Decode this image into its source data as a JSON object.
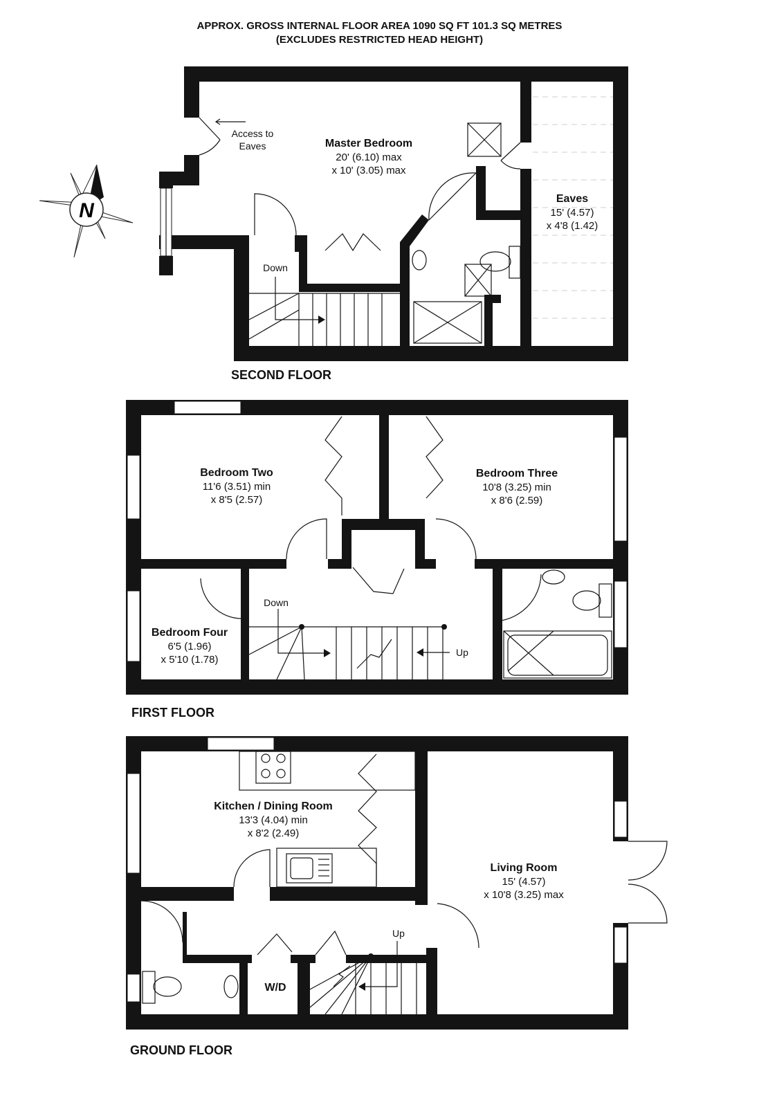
{
  "header": {
    "line1": "APPROX. GROSS INTERNAL FLOOR AREA 1090 SQ FT 101.3 SQ METRES",
    "line2": "(EXCLUDES RESTRICTED HEAD HEIGHT)"
  },
  "compass": {
    "label": "N"
  },
  "floors": {
    "second": {
      "label": "SECOND FLOOR",
      "access_line1": "Access to",
      "access_line2": "Eaves",
      "down": "Down",
      "master": {
        "name": "Master Bedroom",
        "dim1": "20' (6.10) max",
        "dim2": "x 10' (3.05) max"
      },
      "eaves": {
        "name": "Eaves",
        "dim1": "15' (4.57)",
        "dim2": "x 4'8 (1.42)"
      }
    },
    "first": {
      "label": "FIRST FLOOR",
      "down": "Down",
      "up": "Up",
      "bedroom_two": {
        "name": "Bedroom Two",
        "dim1": "11'6 (3.51) min",
        "dim2": "x 8'5 (2.57)"
      },
      "bedroom_three": {
        "name": "Bedroom Three",
        "dim1": "10'8 (3.25) min",
        "dim2": "x 8'6 (2.59)"
      },
      "bedroom_four": {
        "name": "Bedroom Four",
        "dim1": "6'5 (1.96)",
        "dim2": "x 5'10 (1.78)"
      }
    },
    "ground": {
      "label": "GROUND FLOOR",
      "up": "Up",
      "wd": "W/D",
      "kitchen": {
        "name": "Kitchen / Dining Room",
        "dim1": "13'3 (4.04) min",
        "dim2": "x 8'2 (2.49)"
      },
      "living": {
        "name": "Living Room",
        "dim1": "15' (4.57)",
        "dim2": "x 10'8 (3.25) max"
      }
    }
  },
  "colors": {
    "wall": "#141414",
    "eaves_dash": "#cfcfcf"
  }
}
